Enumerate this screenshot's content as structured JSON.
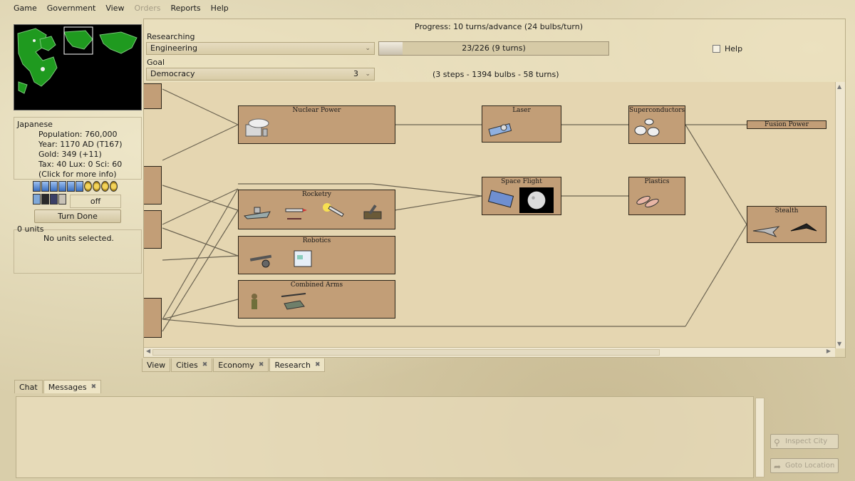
{
  "menu": [
    {
      "label": "Game",
      "enabled": true
    },
    {
      "label": "Government",
      "enabled": true
    },
    {
      "label": "View",
      "enabled": true
    },
    {
      "label": "Orders",
      "enabled": false
    },
    {
      "label": "Reports",
      "enabled": true
    },
    {
      "label": "Help",
      "enabled": true
    }
  ],
  "player": {
    "nation": "Japanese",
    "population": "Population: 760,000",
    "year": "Year: 1170 AD (T167)",
    "gold": "Gold: 349 (+11)",
    "tax": "Tax: 40 Lux: 0 Sci: 60",
    "more": "(Click for more info)"
  },
  "status_toggle": "off",
  "turn_done": "Turn Done",
  "units": {
    "count": "0 units",
    "message": "No units selected."
  },
  "research": {
    "progress": "Progress: 10 turns/advance (24 bulbs/turn)",
    "researching_label": "Researching",
    "current": "Engineering",
    "bar_text": "23/226 (9 turns)",
    "bar_fraction": 0.102,
    "help_label": "Help",
    "goal_label": "Goal",
    "goal": "Democracy",
    "goal_steps": "3",
    "goal_info": "(3 steps - 1394 bulbs - 58 turns)"
  },
  "techs": [
    {
      "id": "nuclear_power",
      "name": "Nuclear Power"
    },
    {
      "id": "laser",
      "name": "Laser"
    },
    {
      "id": "superconductors",
      "name": "Superconductors"
    },
    {
      "id": "fusion_power",
      "name": "Fusion Power"
    },
    {
      "id": "rocketry",
      "name": "Rocketry"
    },
    {
      "id": "space_flight",
      "name": "Space Flight"
    },
    {
      "id": "plastics",
      "name": "Plastics"
    },
    {
      "id": "stealth",
      "name": "Stealth"
    },
    {
      "id": "robotics",
      "name": "Robotics"
    },
    {
      "id": "combined_arms",
      "name": "Combined Arms"
    }
  ],
  "view_tabs": [
    {
      "label": "View",
      "closable": false
    },
    {
      "label": "Cities",
      "closable": true
    },
    {
      "label": "Economy",
      "closable": true
    },
    {
      "label": "Research",
      "closable": true,
      "active": true
    }
  ],
  "bottom_tabs": [
    {
      "label": "Chat",
      "closable": false
    },
    {
      "label": "Messages",
      "closable": true,
      "active": true
    }
  ],
  "side_buttons": {
    "inspect_city": "Inspect City",
    "goto_location": "Goto Location"
  },
  "colors": {
    "tech_box": "#c29e77",
    "canvas": "#e5d6b1",
    "land": "#1f9a1f"
  }
}
